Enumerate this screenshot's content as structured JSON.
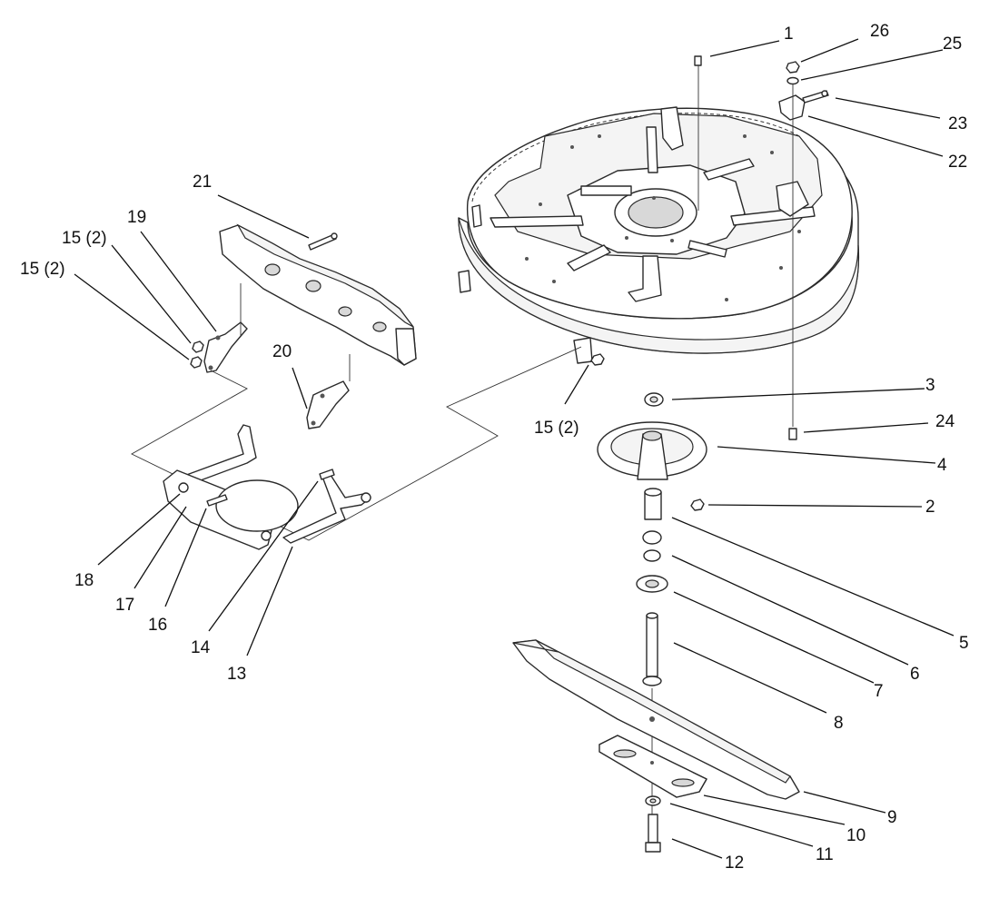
{
  "callouts": [
    {
      "id": "c1",
      "text": "1"
    },
    {
      "id": "c2",
      "text": "2"
    },
    {
      "id": "c3",
      "text": "3"
    },
    {
      "id": "c4",
      "text": "4"
    },
    {
      "id": "c5",
      "text": "5"
    },
    {
      "id": "c6",
      "text": "6"
    },
    {
      "id": "c7",
      "text": "7"
    },
    {
      "id": "c8",
      "text": "8"
    },
    {
      "id": "c9",
      "text": "9"
    },
    {
      "id": "c10",
      "text": "10"
    },
    {
      "id": "c11",
      "text": "11"
    },
    {
      "id": "c12",
      "text": "12"
    },
    {
      "id": "c13",
      "text": "13"
    },
    {
      "id": "c14",
      "text": "14"
    },
    {
      "id": "c15a",
      "text": "15 (2)"
    },
    {
      "id": "c15b",
      "text": "15 (2)"
    },
    {
      "id": "c15c",
      "text": "15 (2)"
    },
    {
      "id": "c16",
      "text": "16"
    },
    {
      "id": "c17",
      "text": "17"
    },
    {
      "id": "c18",
      "text": "18"
    },
    {
      "id": "c19",
      "text": "19"
    },
    {
      "id": "c20",
      "text": "20"
    },
    {
      "id": "c21",
      "text": "21"
    },
    {
      "id": "c22",
      "text": "22"
    },
    {
      "id": "c23",
      "text": "23"
    },
    {
      "id": "c24",
      "text": "24"
    },
    {
      "id": "c25",
      "text": "25"
    },
    {
      "id": "c26",
      "text": "26"
    }
  ]
}
